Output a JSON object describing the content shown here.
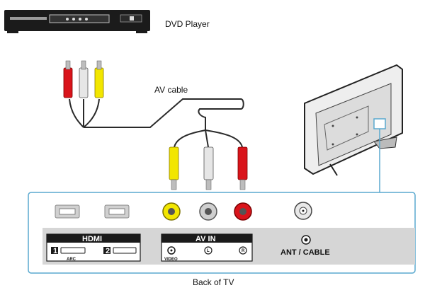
{
  "labels": {
    "dvd_player": "DVD Player",
    "av_cable": "AV cable",
    "back_of_tv": "Back of TV",
    "hdmi": "HDMI",
    "hdmi_port_1": "1",
    "hdmi_port_2": "2",
    "arc": "ARC",
    "av_in": "AV IN",
    "video": "VIDEO",
    "left": "L",
    "right": "R",
    "ant_cable": "ANT / CABLE"
  },
  "colors": {
    "connector_red": "#d9141b",
    "connector_white": "#e6e6e6",
    "connector_yellow": "#f2e600",
    "panel_outline": "#5aa9cf",
    "panel_label_bg": "#1a1a1a",
    "panel_strip": "#d6d6d6",
    "cable": "#2a2a2a"
  }
}
